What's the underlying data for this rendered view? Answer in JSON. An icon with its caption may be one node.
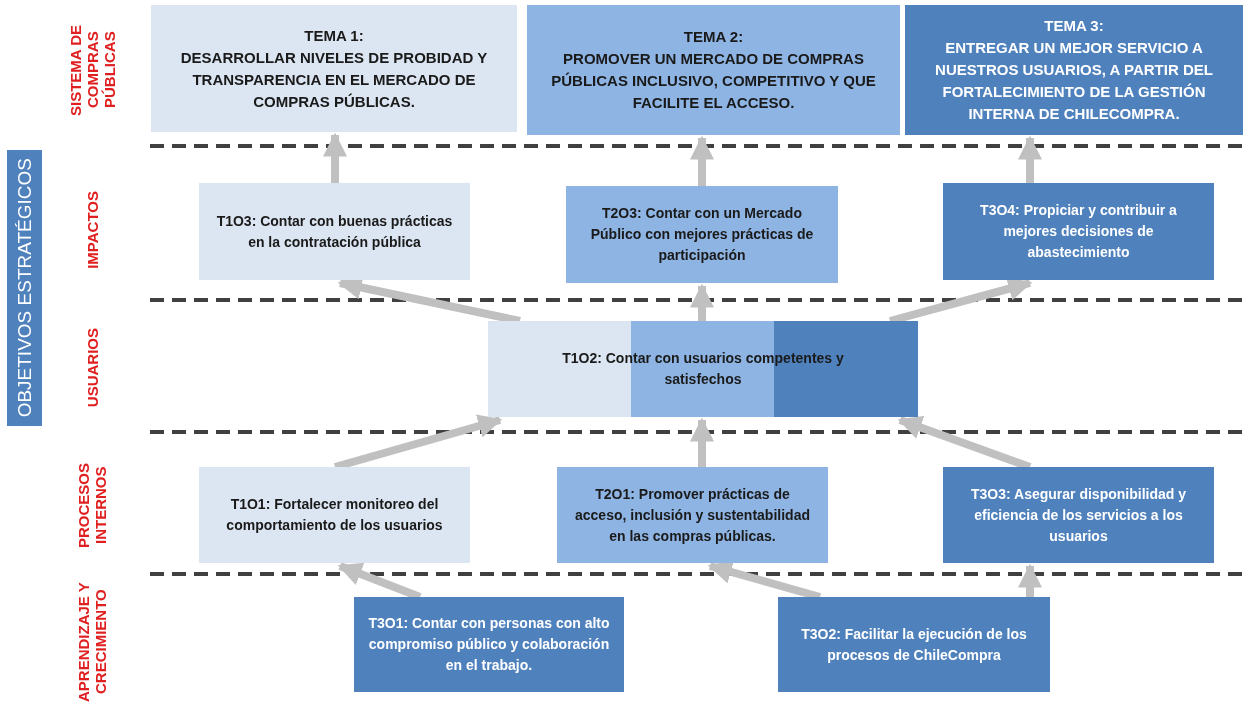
{
  "diagram": {
    "nodes": [
      {
        "text": [
          "OBJETIVOS ESTRATÉGICOS"
        ]
      },
      {
        "text": [
          "TEMA 1:",
          "DESARROLLAR NIVELES DE PROBIDAD Y TRANSPARENCIA EN EL MERCADO DE COMPRAS PÚBLICAS."
        ]
      },
      {
        "text": [
          "TEMA 2:",
          "PROMOVER UN MERCADO DE COMPRAS PÚBLICAS INCLUSIVO, COMPETITIVO Y QUE FACILITE EL ACCESO."
        ]
      },
      {
        "text": [
          "TEMA 3:",
          "ENTREGAR UN MEJOR SERVICIO A NUESTROS USUARIOS, A PARTIR DEL FORTALECIMIENTO DE LA GESTIÓN INTERNA DE CHILECOMPRA."
        ]
      },
      {
        "text": [
          "T1O3: Contar con buenas prácticas en la contratación pública"
        ]
      },
      {
        "text": [
          "T2O3: Contar con un Mercado Público con mejores prácticas de participación"
        ]
      },
      {
        "text": [
          "T3O4: Propiciar y contribuir a mejores decisiones de abastecimiento"
        ]
      },
      {
        "text": [
          "T1O2: Contar con usuarios competentes y satisfechos"
        ]
      },
      {
        "text": [
          "T1O1: Fortalecer monitoreo del comportamiento de los usuarios"
        ]
      },
      {
        "text": [
          "T2O1: Promover prácticas de acceso, inclusión y sustentabilidad en las compras públicas."
        ]
      },
      {
        "text": [
          "T3O3: Asegurar disponibilidad y eficiencia de los servicios a los usuarios"
        ]
      },
      {
        "text": [
          "T3O1: Contar con personas con alto compromiso público y colaboración en el trabajo."
        ]
      },
      {
        "text": [
          "T3O2: Facilitar la ejecución de los procesos de ChileCompra"
        ]
      }
    ],
    "edges": [
      {
        "from": 4,
        "to": 1,
        "arrow": "to"
      },
      {
        "from": 5,
        "to": 2,
        "arrow": "to"
      },
      {
        "from": 6,
        "to": 3,
        "arrow": "to"
      },
      {
        "from": 7,
        "to": 4,
        "arrow": "to"
      },
      {
        "from": 7,
        "to": 5,
        "arrow": "to"
      },
      {
        "from": 7,
        "to": 6,
        "arrow": "to"
      },
      {
        "from": 8,
        "to": 7,
        "arrow": "to"
      },
      {
        "from": 9,
        "to": 7,
        "arrow": "to"
      },
      {
        "from": 10,
        "to": 7,
        "arrow": "to"
      },
      {
        "from": 11,
        "to": 8,
        "arrow": "to"
      },
      {
        "from": 12,
        "to": 9,
        "arrow": "to"
      },
      {
        "from": 12,
        "to": 10,
        "arrow": "to"
      }
    ],
    "labels": [
      "SISTEMA DE COMPRAS PÚBLICAS",
      "IMPACTOS",
      "USUARIOS",
      "PROCESOS INTERNOS",
      "APRENDIZAJE Y CRECIMIENTO"
    ]
  }
}
